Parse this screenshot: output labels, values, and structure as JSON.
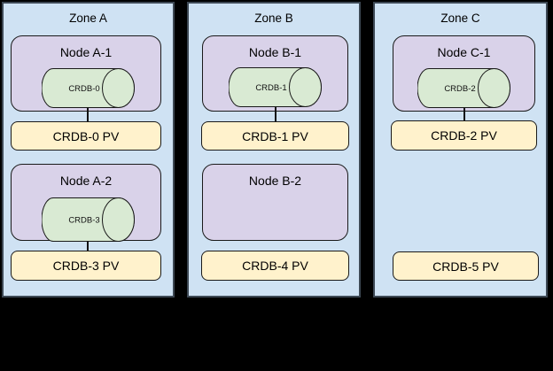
{
  "colors": {
    "background": "#000000",
    "zone_fill": "#cfe2f3",
    "zone_border": "#3d4854",
    "node_fill": "#d9d2e9",
    "pod_fill": "#d9ead3",
    "pv_fill": "#fff2cc",
    "shape_border": "#1a1a1a",
    "text": "#000000"
  },
  "zones": [
    {
      "title": "Zone A",
      "nodes": [
        {
          "title": "Node A-1",
          "pod": "CRDB-0"
        },
        {
          "title": "Node A-2",
          "pod": "CRDB-3"
        }
      ],
      "pvs": [
        {
          "label": "CRDB-0 PV"
        },
        {
          "label": "CRDB-3 PV"
        }
      ]
    },
    {
      "title": "Zone B",
      "nodes": [
        {
          "title": "Node B-1",
          "pod": "CRDB-1"
        },
        {
          "title": "Node B-2",
          "pod": ""
        }
      ],
      "pvs": [
        {
          "label": "CRDB-1 PV"
        },
        {
          "label": "CRDB-4 PV"
        }
      ]
    },
    {
      "title": "Zone C",
      "nodes": [
        {
          "title": "Node C-1",
          "pod": "CRDB-2"
        }
      ],
      "pvs": [
        {
          "label": "CRDB-2 PV"
        },
        {
          "label": "CRDB-5 PV"
        }
      ]
    }
  ]
}
